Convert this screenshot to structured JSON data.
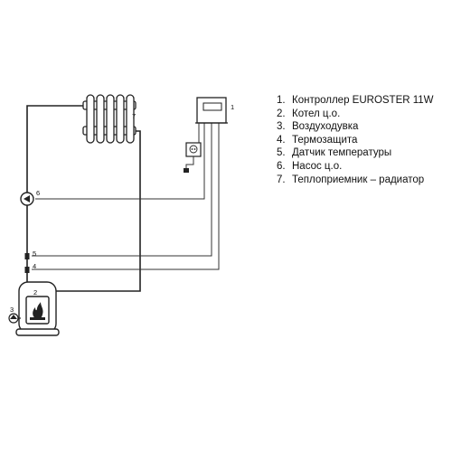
{
  "legend": [
    {
      "num": "1.",
      "text": "Контроллер EUROSTER 11W"
    },
    {
      "num": "2.",
      "text": "Котел ц.о."
    },
    {
      "num": "3.",
      "text": "Воздуходувка"
    },
    {
      "num": "4.",
      "text": "Термозащита"
    },
    {
      "num": "5.",
      "text": "Датчик температуры"
    },
    {
      "num": "6.",
      "text": "Насос ц.о."
    },
    {
      "num": "7.",
      "text": "Теплоприемник – радиатор"
    }
  ],
  "callouts": {
    "controller": "1",
    "boiler": "2",
    "blower": "3",
    "thermal_protection": "4",
    "temp_sensor": "5",
    "pump": "6",
    "radiator": "7"
  },
  "colors": {
    "line": "#222222",
    "background": "#ffffff"
  }
}
